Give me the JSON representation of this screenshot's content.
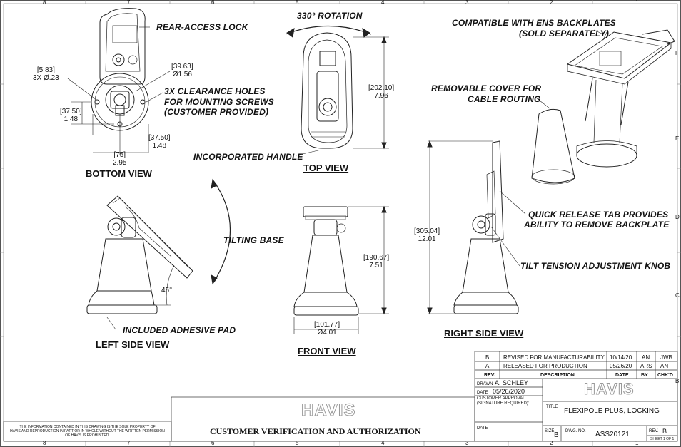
{
  "zones_top": [
    "8",
    "7",
    "6",
    "5",
    "4",
    "3",
    "2",
    "1"
  ],
  "zones_bottom": [
    "8",
    "7",
    "6",
    "5",
    "4",
    "3",
    "2",
    "1"
  ],
  "zones_side": [
    "F",
    "E",
    "D",
    "C",
    "B"
  ],
  "view_titles": {
    "bottom": "BOTTOM VIEW",
    "top": "TOP VIEW",
    "left": "LEFT SIDE VIEW",
    "front": "FRONT VIEW",
    "right": "RIGHT SIDE VIEW"
  },
  "callouts": {
    "rear_lock": "REAR-ACCESS LOCK",
    "clearance_1": "3X CLEARANCE HOLES",
    "clearance_2": "FOR MOUNTING SCREWS",
    "clearance_3": "(CUSTOMER PROVIDED)",
    "rotation": "330° ROTATION",
    "handle": "INCORPORATED HANDLE",
    "ens_1": "COMPATIBLE WITH ENS BACKPLATES",
    "ens_2": "(SOLD SEPARATELY)",
    "cover_1": "REMOVABLE COVER FOR",
    "cover_2": "CABLE ROUTING",
    "tilting": "TILTING BASE",
    "quick_1": "QUICK RELEASE TAB PROVIDES",
    "quick_2": "ABILITY TO REMOVE BACKPLATE",
    "knob": "TILT TENSION ADJUSTMENT KNOB",
    "pad": "INCLUDED ADHESIVE PAD"
  },
  "dims": {
    "d1_mm": "[5.83]",
    "d1_in": "3X  Ø.23",
    "d2_mm": "[39.63]",
    "d2_in": "Ø1.56",
    "d3_mm": "[37.50]",
    "d3_in": "1.48",
    "d4_mm": "[37.50]",
    "d4_in": "1.48",
    "d5_mm": "[75]",
    "d5_in": "2.95",
    "d6_mm": "[202.10]",
    "d6_in": "7.96",
    "d7_mm": "[305.04]",
    "d7_in": "12.01",
    "d8_mm": "[190.67]",
    "d8_in": "7.51",
    "d9_mm": "[101.77]",
    "d9_in": "Ø4.01",
    "angle": "45°"
  },
  "revisions": [
    {
      "rev": "B",
      "desc": "REVISED FOR MANUFACTURABILITY",
      "date": "10/14/20",
      "by": "AN",
      "chk": "JWB"
    },
    {
      "rev": "A",
      "desc": "RELEASED FOR PRODUCTION",
      "date": "05/26/20",
      "by": "ARS",
      "chk": "AN"
    }
  ],
  "rev_headers": {
    "rev": "REV.",
    "desc": "DESCRIPTION",
    "date": "DATE",
    "by": "BY",
    "chk": "CHK'D"
  },
  "title_block": {
    "drawn_label": "DRAWN",
    "drawn_value": "A. SCHLEY",
    "date_label": "DATE",
    "date_value": "05/26/2020",
    "approval_1": "CUSTOMER APPROVAL",
    "approval_2": "(SIGNATURE REQUIRED):",
    "date2_label": "DATE",
    "title_label": "TITLE",
    "title_value": "FLEXIPOLE PLUS, LOCKING",
    "size_label": "SIZE",
    "size_value": "B",
    "dwg_label": "DWG.  NO.",
    "dwg_value": "ASS20121",
    "rev_label": "REV.",
    "rev_value": "B",
    "sheet": "SHEET 1 OF 1",
    "logo": "HAVIS",
    "verification": "CUSTOMER  VERIFICATION AND AUTHORIZATION"
  },
  "disclaimer": [
    "THE INFORMATION CONTAINED IN THIS DRAWING IS THE SOLE PROPERTY OF",
    "HAVIS AND REPRODUCTION IN PART OR IN WHOLE WITHOUT THE WRITTEN PERMISSION",
    "OF HAVIS IS PROHIBITED."
  ]
}
